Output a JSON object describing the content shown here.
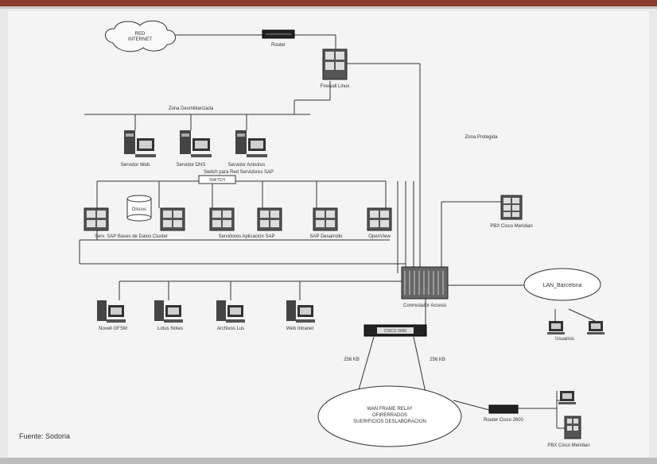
{
  "labels": {
    "internet": [
      "RED",
      "INTERNET"
    ],
    "router": "Router",
    "firewall": "Firewall Linux",
    "dmz": "Zona Desmilitarizada",
    "zona_protegida": "Zona Protegida",
    "servidor_web": "Servidor Web",
    "servidor_dns": "Servidor DNS",
    "servidor_antivirus": "Servidor Antivirus",
    "switch_sap": "Switch para Red Servidores SAP",
    "switch_box": "SWITCH",
    "discos": "Discos",
    "sap_cluster": "Serv. SAP Bases de Datos Cluster",
    "sap_app": "Servidores Aplicación SAP",
    "sap_dev": "SAP Desarrollo",
    "openview": "OpenView",
    "pbx": "PBX Cisco Meridian",
    "lan": "LAN_Barcelona",
    "usuarios": "Usuarios",
    "conmutador": "Conmutador Acceso",
    "novell": "Novell GFSM",
    "lotus": "Lotus Notes",
    "archivos": "Archivos Lus",
    "web_intranet": "Web Intranet",
    "cisco_router": "CISCO 3000",
    "bw_left": "256 KB",
    "bw_right": "256 KB",
    "wan": [
      "WAN FRAME RELAY",
      "OFIRERRADOS",
      "SUERIFICIOS DESLABORACION"
    ],
    "router_remote": "Router Cisco 2600",
    "pbx_remote": "PBX Cisco Meridian"
  },
  "source": "Fuente: Sodoria"
}
